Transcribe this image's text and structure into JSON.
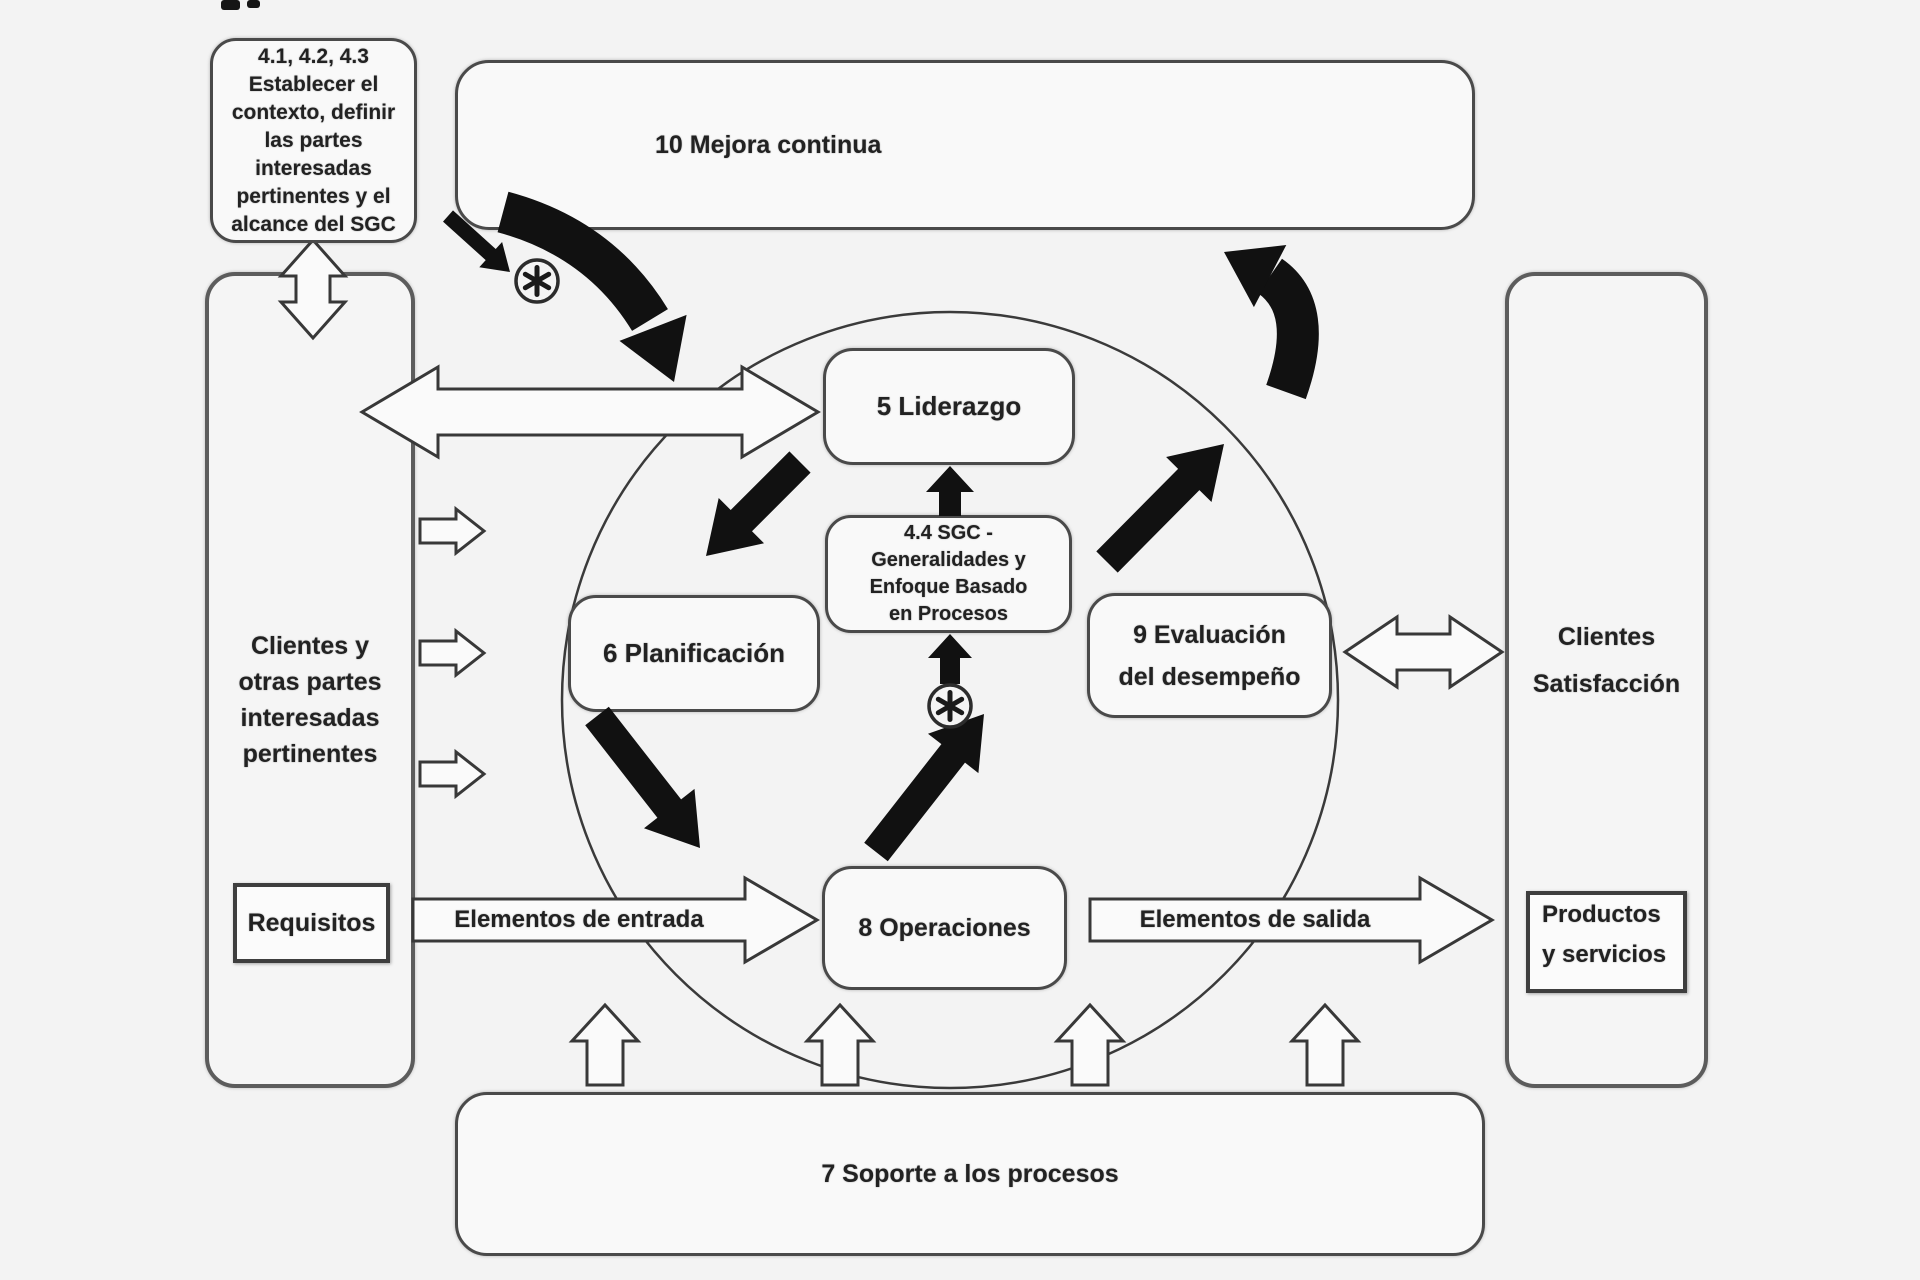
{
  "diagram": {
    "context_box": {
      "lines": [
        "4.1, 4.2, 4.3",
        "Establecer el",
        "contexto, definir",
        "las partes",
        "interesadas",
        "pertinentes y el",
        "alcance del SGC"
      ]
    },
    "improvement_box": {
      "label": "10 Mejora continua"
    },
    "left_column": {
      "lines": [
        "Clientes y",
        "otras partes",
        "interesadas",
        "pertinentes"
      ]
    },
    "requirements_box": {
      "label": "Requisitos"
    },
    "input_arrow": {
      "label": "Elementos de entrada"
    },
    "output_arrow": {
      "label": "Elementos de salida"
    },
    "products_box": {
      "lines": [
        "Productos",
        "y servicios"
      ]
    },
    "right_column": {
      "lines": [
        "Clientes",
        "Satisfacción"
      ]
    },
    "leadership_box": {
      "label": "5 Liderazgo"
    },
    "qms_box": {
      "lines": [
        "4.4 SGC -",
        "Generalidades y",
        "Enfoque Basado",
        "en Procesos"
      ]
    },
    "planning_box": {
      "label": "6 Planificación"
    },
    "evaluation_box": {
      "lines": [
        "9 Evaluación",
        "del desempeño"
      ]
    },
    "operations_box": {
      "label": "8 Operaciones"
    },
    "support_box": {
      "label": "7 Soporte a los procesos"
    },
    "markers": {
      "circled_asterisk_symbol": "✱"
    }
  },
  "colors": {
    "background": "#f3f3f3",
    "outline": "#3a3a3a",
    "arrow_black": "#111111",
    "box_fill": "#f9f9f9",
    "text": "#222222"
  }
}
